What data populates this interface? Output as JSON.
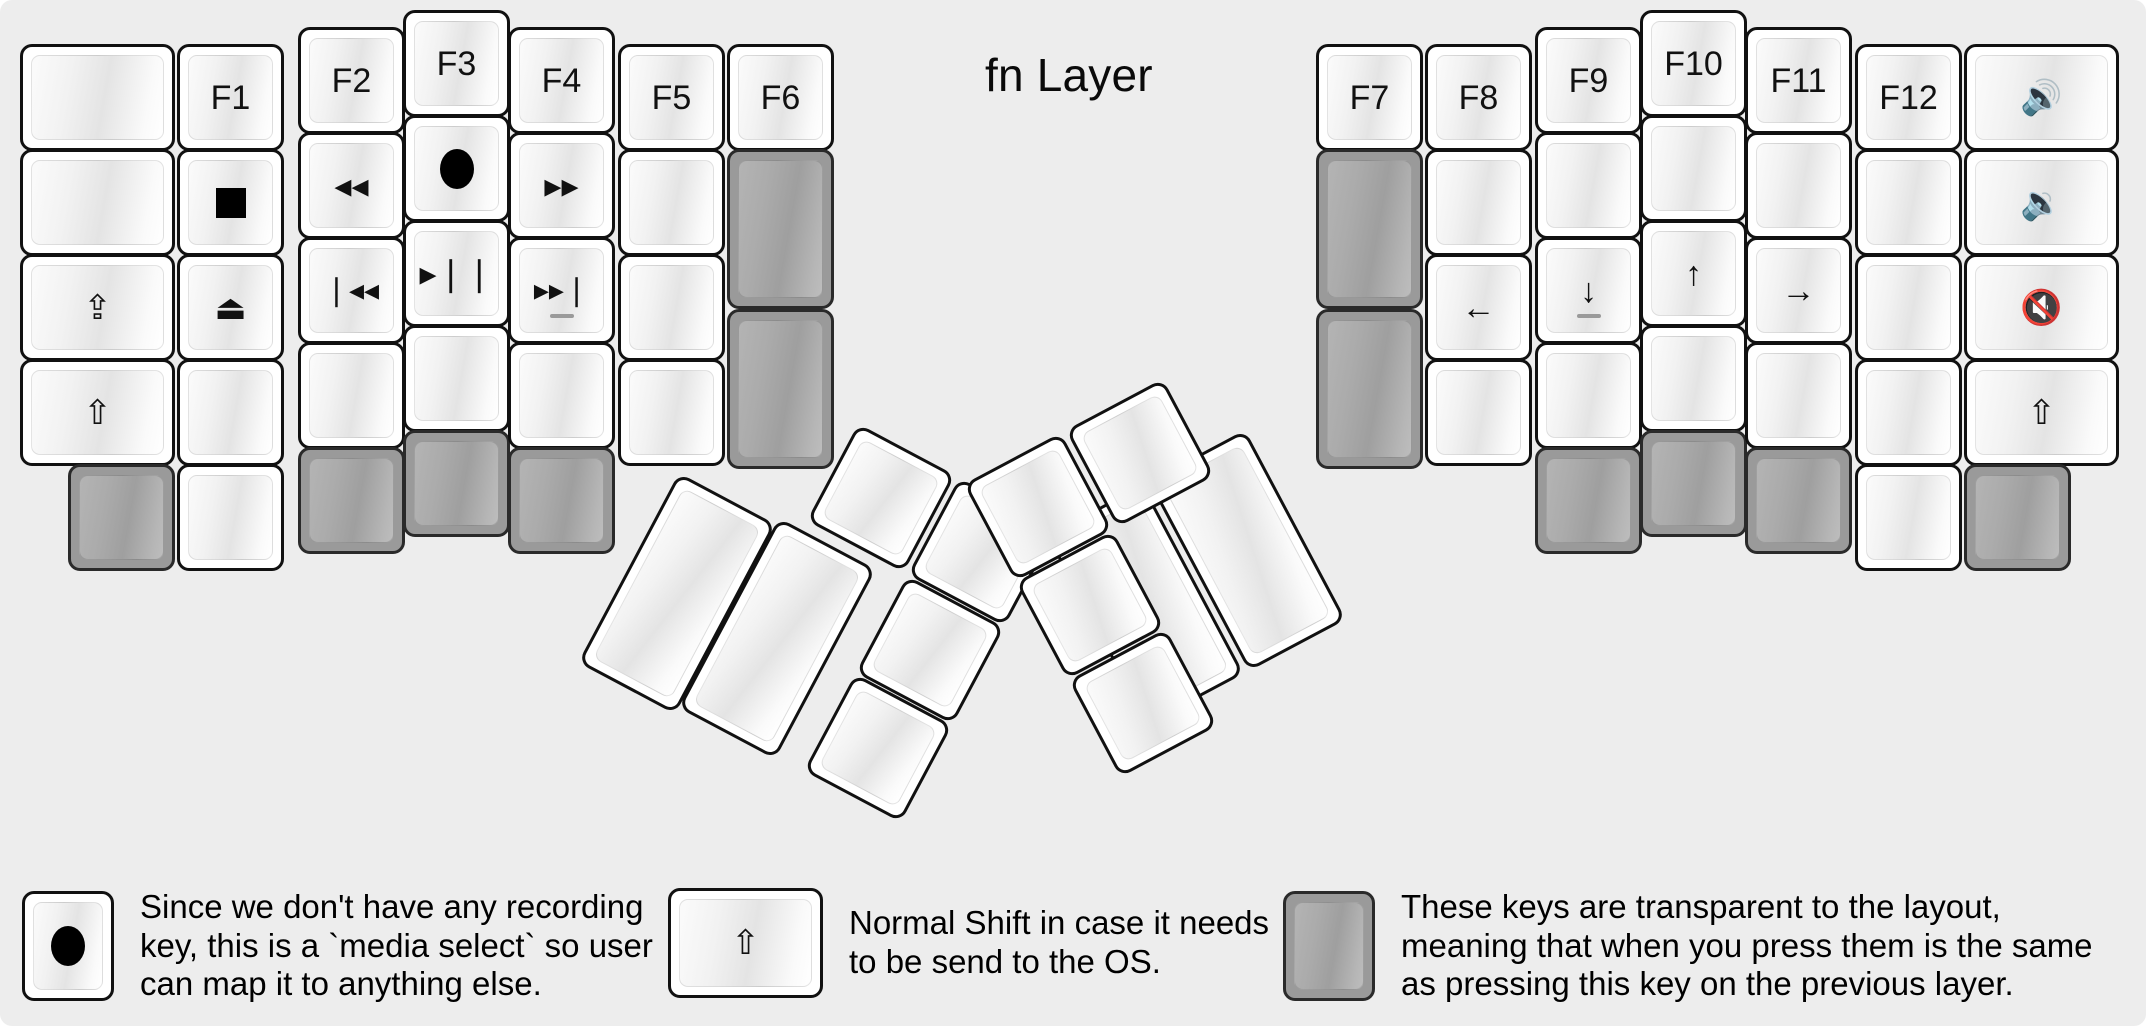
{
  "title": "fn Layer",
  "colors": {
    "background": "#ededed",
    "keycap_white": "#ffffff",
    "keycap_transparent": "#9a9a9a",
    "outline": "#111111",
    "text": "#111111"
  },
  "glyphs": {
    "record": "●",
    "stop": "■",
    "eject": "⏏",
    "rewind": "◂◂",
    "fast_forward": "▸▸",
    "prev_track": "❘◂◂",
    "play_pause": "▸❘❘",
    "next_track": "▸▸❘",
    "caps_lock": "⇪",
    "shift": "⇧",
    "arrow_left": "←",
    "arrow_down": "↓",
    "arrow_up": "↑",
    "arrow_right": "→",
    "volume_up": "🔊",
    "volume_down": "🔉",
    "volume_mute": "🔇"
  },
  "left_half": {
    "columns": [
      {
        "name": "pinky-outer-column",
        "keys": [
          {
            "label": "",
            "icon": "",
            "type": "blank"
          },
          {
            "label": "",
            "icon": "",
            "type": "blank"
          },
          {
            "label": "",
            "icon": "caps-lock-icon",
            "type": "glyph"
          },
          {
            "label": "",
            "icon": "shift-icon",
            "type": "glyph"
          },
          {
            "label": "",
            "icon": "",
            "type": "transparent"
          }
        ]
      },
      {
        "name": "pinky-column",
        "keys": [
          {
            "label": "F1",
            "icon": "",
            "type": "text"
          },
          {
            "label": "",
            "icon": "stop-icon",
            "type": "glyph"
          },
          {
            "label": "",
            "icon": "eject-icon",
            "type": "glyph"
          },
          {
            "label": "",
            "icon": "",
            "type": "blank"
          },
          {
            "label": "",
            "icon": "",
            "type": "blank"
          }
        ]
      },
      {
        "name": "ring-column",
        "keys": [
          {
            "label": "F2",
            "icon": "",
            "type": "text"
          },
          {
            "label": "",
            "icon": "rewind-icon",
            "type": "glyph"
          },
          {
            "label": "",
            "icon": "prev-track-icon",
            "type": "glyph"
          },
          {
            "label": "",
            "icon": "",
            "type": "blank"
          },
          {
            "label": "",
            "icon": "",
            "type": "transparent"
          }
        ]
      },
      {
        "name": "middle-column",
        "keys": [
          {
            "label": "F3",
            "icon": "",
            "type": "text"
          },
          {
            "label": "",
            "icon": "record-icon",
            "type": "glyph"
          },
          {
            "label": "",
            "icon": "play-pause-icon",
            "type": "glyph"
          },
          {
            "label": "",
            "icon": "",
            "type": "blank"
          },
          {
            "label": "",
            "icon": "",
            "type": "transparent"
          }
        ]
      },
      {
        "name": "index-column",
        "keys": [
          {
            "label": "F4",
            "icon": "",
            "type": "text"
          },
          {
            "label": "",
            "icon": "fast-forward-icon",
            "type": "glyph"
          },
          {
            "label": "",
            "icon": "next-track-icon",
            "type": "glyph",
            "homing": true
          },
          {
            "label": "",
            "icon": "",
            "type": "blank"
          },
          {
            "label": "",
            "icon": "",
            "type": "transparent"
          }
        ]
      },
      {
        "name": "inner-column",
        "keys": [
          {
            "label": "F5",
            "icon": "",
            "type": "text"
          },
          {
            "label": "",
            "icon": "",
            "type": "blank"
          },
          {
            "label": "",
            "icon": "",
            "type": "blank"
          },
          {
            "label": "",
            "icon": "",
            "type": "blank"
          }
        ]
      },
      {
        "name": "innermost-column",
        "keys": [
          {
            "label": "F6",
            "icon": "",
            "type": "text"
          },
          {
            "label": "",
            "icon": "",
            "type": "transparent"
          },
          {
            "label": "",
            "icon": "",
            "type": "transparent"
          }
        ]
      }
    ],
    "thumb_cluster": [
      {
        "label": "",
        "type": "blank"
      },
      {
        "label": "",
        "type": "blank"
      },
      {
        "label": "",
        "type": "blank"
      },
      {
        "label": "",
        "type": "blank"
      },
      {
        "label": "",
        "type": "blank"
      },
      {
        "label": "",
        "type": "blank"
      }
    ]
  },
  "right_half": {
    "columns": [
      {
        "name": "innermost-column",
        "keys": [
          {
            "label": "F7",
            "icon": "",
            "type": "text"
          },
          {
            "label": "",
            "icon": "",
            "type": "transparent"
          },
          {
            "label": "",
            "icon": "",
            "type": "transparent"
          }
        ]
      },
      {
        "name": "inner-column",
        "keys": [
          {
            "label": "F8",
            "icon": "",
            "type": "text"
          },
          {
            "label": "",
            "icon": "",
            "type": "blank"
          },
          {
            "label": "",
            "icon": "arrow-left-icon",
            "type": "glyph"
          },
          {
            "label": "",
            "icon": "",
            "type": "blank"
          }
        ]
      },
      {
        "name": "index-column",
        "keys": [
          {
            "label": "F9",
            "icon": "",
            "type": "text"
          },
          {
            "label": "",
            "icon": "",
            "type": "blank"
          },
          {
            "label": "",
            "icon": "arrow-down-icon",
            "type": "glyph",
            "homing": true
          },
          {
            "label": "",
            "icon": "",
            "type": "blank"
          },
          {
            "label": "",
            "icon": "",
            "type": "transparent"
          }
        ]
      },
      {
        "name": "middle-column",
        "keys": [
          {
            "label": "F10",
            "icon": "",
            "type": "text"
          },
          {
            "label": "",
            "icon": "",
            "type": "blank"
          },
          {
            "label": "",
            "icon": "arrow-up-icon",
            "type": "glyph"
          },
          {
            "label": "",
            "icon": "",
            "type": "blank"
          },
          {
            "label": "",
            "icon": "",
            "type": "transparent"
          }
        ]
      },
      {
        "name": "ring-column",
        "keys": [
          {
            "label": "F11",
            "icon": "",
            "type": "text"
          },
          {
            "label": "",
            "icon": "",
            "type": "blank"
          },
          {
            "label": "",
            "icon": "arrow-right-icon",
            "type": "glyph"
          },
          {
            "label": "",
            "icon": "",
            "type": "blank"
          },
          {
            "label": "",
            "icon": "",
            "type": "transparent"
          }
        ]
      },
      {
        "name": "pinky-column",
        "keys": [
          {
            "label": "F12",
            "icon": "",
            "type": "text"
          },
          {
            "label": "",
            "icon": "",
            "type": "blank"
          },
          {
            "label": "",
            "icon": "",
            "type": "blank"
          },
          {
            "label": "",
            "icon": "",
            "type": "blank"
          },
          {
            "label": "",
            "icon": "",
            "type": "blank"
          }
        ]
      },
      {
        "name": "pinky-outer-column",
        "keys": [
          {
            "label": "",
            "icon": "volume-up-icon",
            "type": "glyph"
          },
          {
            "label": "",
            "icon": "volume-down-icon",
            "type": "glyph"
          },
          {
            "label": "",
            "icon": "volume-mute-icon",
            "type": "glyph"
          },
          {
            "label": "",
            "icon": "shift-icon",
            "type": "glyph"
          },
          {
            "label": "",
            "icon": "",
            "type": "transparent"
          }
        ]
      }
    ],
    "thumb_cluster": [
      {
        "label": "",
        "type": "blank"
      },
      {
        "label": "",
        "type": "blank"
      },
      {
        "label": "",
        "type": "blank"
      },
      {
        "label": "",
        "type": "blank"
      },
      {
        "label": "",
        "type": "blank"
      },
      {
        "label": "",
        "type": "blank"
      }
    ]
  },
  "legend": [
    {
      "icon": "record-icon",
      "key_style": "white",
      "text": "Since we don't have any recording\nkey, this is a `media select` so user\ncan map it to anything else."
    },
    {
      "icon": "shift-icon",
      "key_style": "white",
      "text": "Normal Shift in case it needs\nto be send to the OS."
    },
    {
      "icon": "",
      "key_style": "transparent",
      "text": "These keys are transparent to the layout,\nmeaning that when you press them is the same\nas pressing this key on the previous layer."
    }
  ]
}
